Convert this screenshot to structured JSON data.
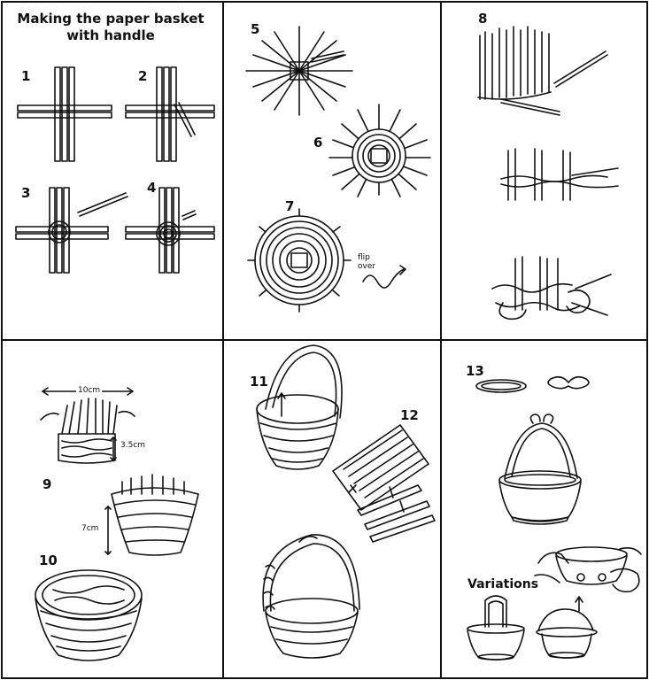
{
  "title": {
    "line1": "Making the paper basket",
    "line2": "with handle"
  },
  "steps": [
    "1",
    "2",
    "3",
    "4",
    "5",
    "6",
    "7",
    "8",
    "9",
    "10",
    "11",
    "12",
    "13"
  ],
  "labels": {
    "width": "10cm",
    "height_small": "3.5cm",
    "height_large": "7cm",
    "flip_line1": "flip",
    "flip_line2": "over",
    "variations": "Variations"
  },
  "colors": {
    "ink": "#111111",
    "paper": "#ffffff"
  }
}
